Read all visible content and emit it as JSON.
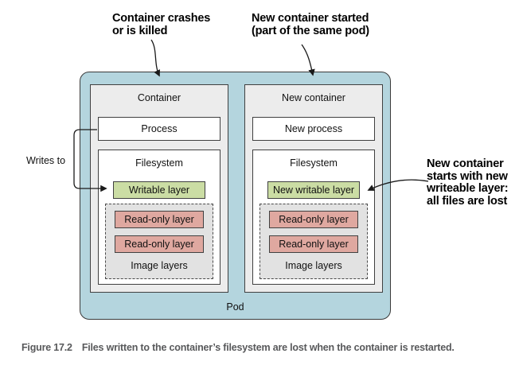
{
  "colors": {
    "pod_fill": "#b4d5de",
    "pod_border": "#3a3a3a",
    "container_fill": "#ececec",
    "box_border": "#404040",
    "white_fill": "#ffffff",
    "writable_fill": "#cbdda4",
    "readonly_fill": "#dfa8a0",
    "image_layers_fill": "#e2e2e2",
    "arrow_color": "#1a1a1a",
    "caption_color": "#58595b"
  },
  "annotations": {
    "top_left": {
      "line1": "Container crashes",
      "line2": "or is killed"
    },
    "top_right": {
      "line1": "New container started",
      "line2": "(part of the same pod)"
    },
    "right": {
      "line1": "New container",
      "line2": "starts with new",
      "line3": "writeable layer:",
      "line4": "all files are lost"
    },
    "writes_to": "Writes to"
  },
  "pod": {
    "label": "Pod"
  },
  "containers": [
    {
      "title": "Container",
      "process": "Process",
      "filesystem": "Filesystem",
      "writable": "Writable layer",
      "readonly1": "Read-only layer",
      "readonly2": "Read-only layer",
      "image_layers": "Image layers"
    },
    {
      "title": "New container",
      "process": "New process",
      "filesystem": "Filesystem",
      "writable": "New writable layer",
      "readonly1": "Read-only layer",
      "readonly2": "Read-only layer",
      "image_layers": "Image layers"
    }
  ],
  "caption": {
    "figure_label": "Figure 17.2",
    "text": "Files written to the container’s filesystem are lost when the container is restarted."
  }
}
